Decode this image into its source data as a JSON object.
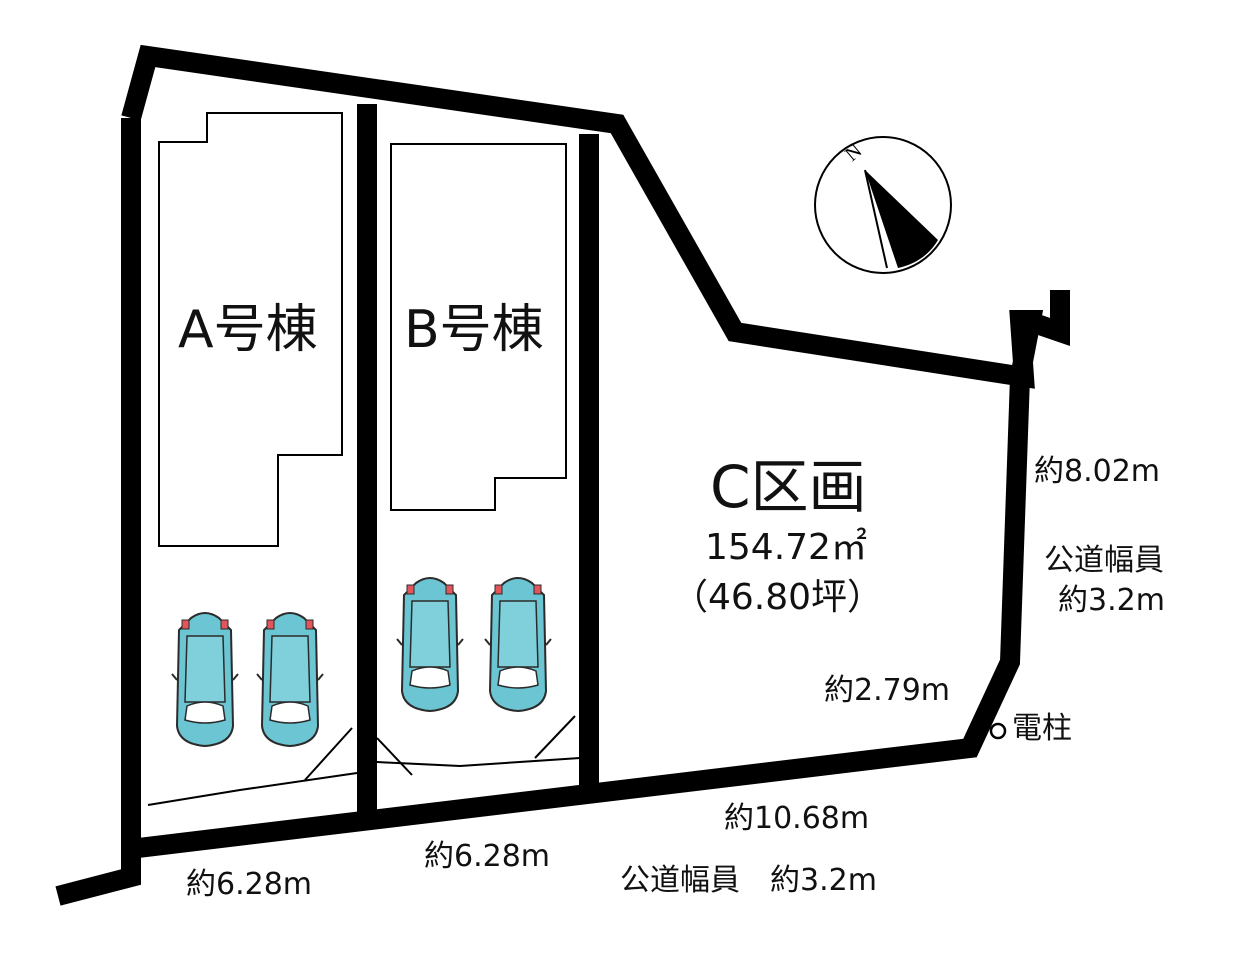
{
  "lots": {
    "a": {
      "label": "A号棟"
    },
    "b": {
      "label": "B号棟"
    },
    "c": {
      "label": "C区画",
      "area": "154.72㎡",
      "tsubo": "（46.80坪）"
    }
  },
  "dimensions": {
    "bottom_a": "約6.28m",
    "bottom_b": "約6.28m",
    "bottom_c": "約10.68m",
    "right_side": "約8.02m",
    "corner": "約2.79m"
  },
  "roads": {
    "south": "公道幅員　約3.2m",
    "east_line1": "公道幅員",
    "east_line2": "約3.2m"
  },
  "utility_pole": "電柱",
  "compass": {
    "north": "N"
  },
  "colors": {
    "boundary": "#000000",
    "car_body": "#6cc5d2",
    "car_light": "#e0565b"
  }
}
